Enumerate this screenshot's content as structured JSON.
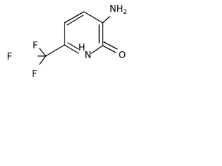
{
  "molecule": {
    "atoms": {
      "amino": "NH",
      "amino_sub": "2",
      "carbonyl_oxygen": "O",
      "ring_nitrogen": "H",
      "ring_nitrogen_n": "N",
      "fluorine_top": "F",
      "fluorine_left": "F",
      "fluorine_bottom": "F"
    }
  }
}
